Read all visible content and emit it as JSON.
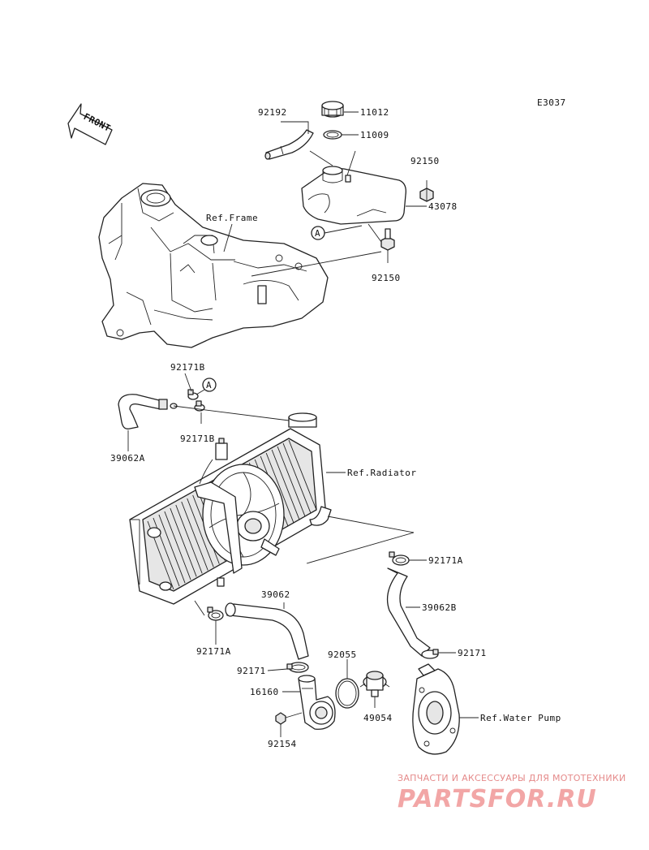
{
  "diagram_code": "E3037",
  "front_label": "FRONT",
  "callouts": {
    "p11012": "11012",
    "p11009": "11009",
    "p92192": "92192",
    "p92150_top": "92150",
    "p43078": "43078",
    "p92150_bottom": "92150",
    "ref_frame": "Ref.Frame",
    "circle_a_upper": "A",
    "p92171B_top": "92171B",
    "circle_a_lower": "A",
    "p92171B_bottom": "92171B",
    "p39062A": "39062A",
    "ref_radiator": "Ref.Radiator",
    "p92171A_right": "92171A",
    "p39062": "39062",
    "p39062B": "39062B",
    "p92171A_left": "92171A",
    "p92171_left": "92171",
    "p92171_right": "92171",
    "p92055": "92055",
    "p16160": "16160",
    "p49054": "49054",
    "ref_water_pump": "Ref.Water Pump",
    "p92154": "92154"
  },
  "watermark": {
    "tagline": "ЗАПЧАСТИ И АКСЕССУАРЫ ДЛЯ МОТОТЕХНИКИ",
    "logo": "PARTSFOR.RU"
  }
}
